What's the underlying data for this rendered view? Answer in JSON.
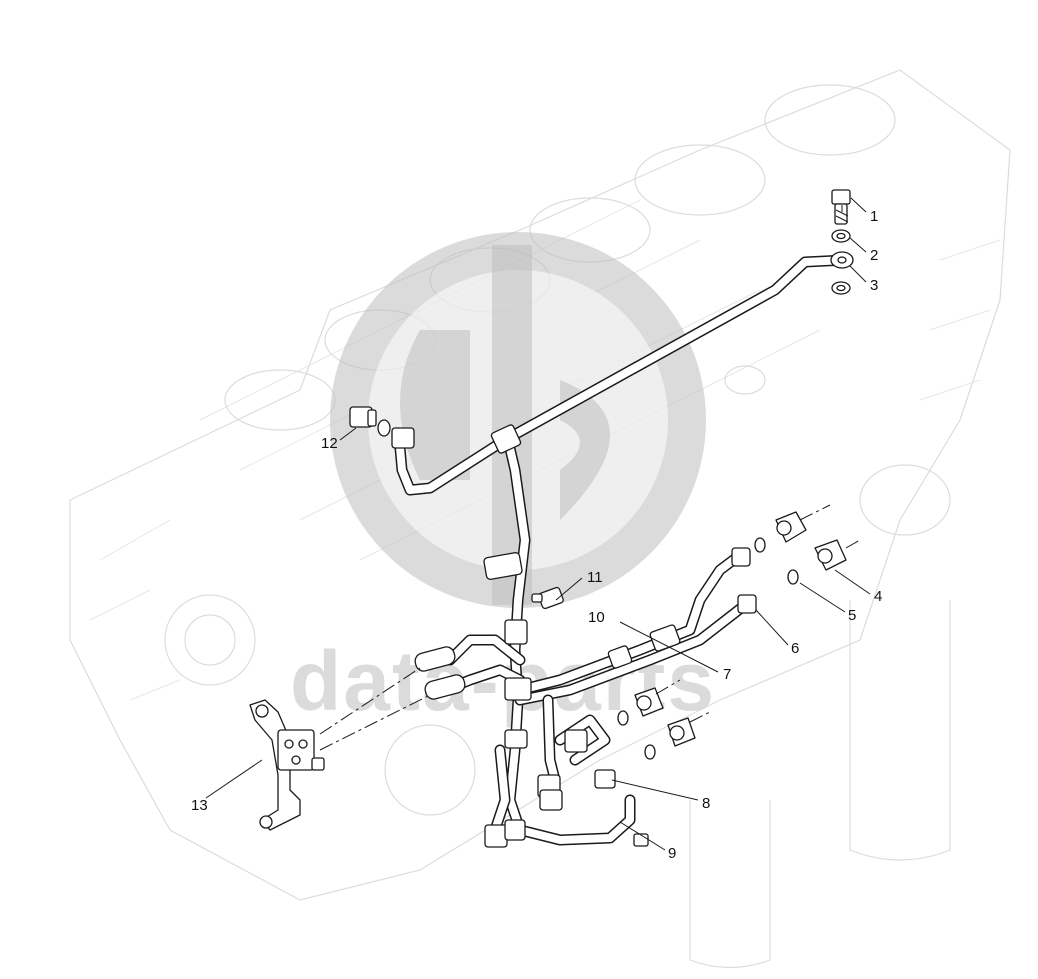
{
  "diagram": {
    "type": "exploded-parts-diagram",
    "callouts": [
      {
        "id": "1",
        "label": "1"
      },
      {
        "id": "2",
        "label": "2"
      },
      {
        "id": "3",
        "label": "3"
      },
      {
        "id": "4",
        "label": "4"
      },
      {
        "id": "5",
        "label": "5"
      },
      {
        "id": "6",
        "label": "6"
      },
      {
        "id": "7",
        "label": "7"
      },
      {
        "id": "8",
        "label": "8"
      },
      {
        "id": "9",
        "label": "9"
      },
      {
        "id": "10",
        "label": "10"
      },
      {
        "id": "11",
        "label": "11"
      },
      {
        "id": "12",
        "label": "12"
      },
      {
        "id": "13",
        "label": "13"
      }
    ]
  },
  "watermark": {
    "text": "data-parts",
    "logo": "dp-circle-logo",
    "color": "#bdbdbd"
  },
  "colors": {
    "line": "#1a1a1a",
    "ghost": "#dcdcdc",
    "background": "#ffffff"
  }
}
